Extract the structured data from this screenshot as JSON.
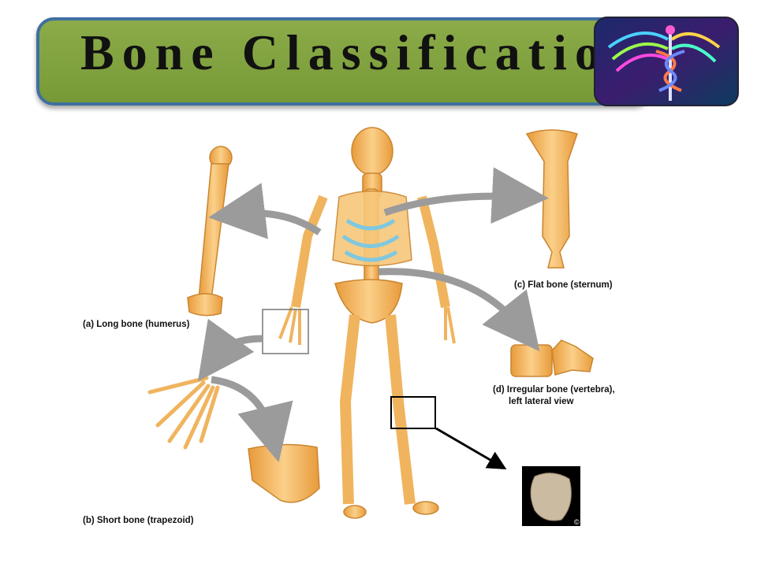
{
  "slide": {
    "title": "Bone Classification",
    "colors": {
      "banner": "#7f9f3e",
      "banner_border": "#3f6fa0",
      "bone": "#f3b25a",
      "arrow": "#9b9b9b"
    }
  },
  "captions": {
    "long_bone": "(a) Long bone (humerus)",
    "short_bone": "(b) Short bone (trapezoid)",
    "flat_bone": "(c) Flat bone (sternum)",
    "irregular_bone_line1": "(d) Irregular bone (vertebra),",
    "irregular_bone_line2": "left lateral view"
  },
  "photo": {
    "copyright": "©",
    "icon": "sesamoid-bone-photo"
  },
  "logo": {
    "icon": "caduceus-icon"
  }
}
